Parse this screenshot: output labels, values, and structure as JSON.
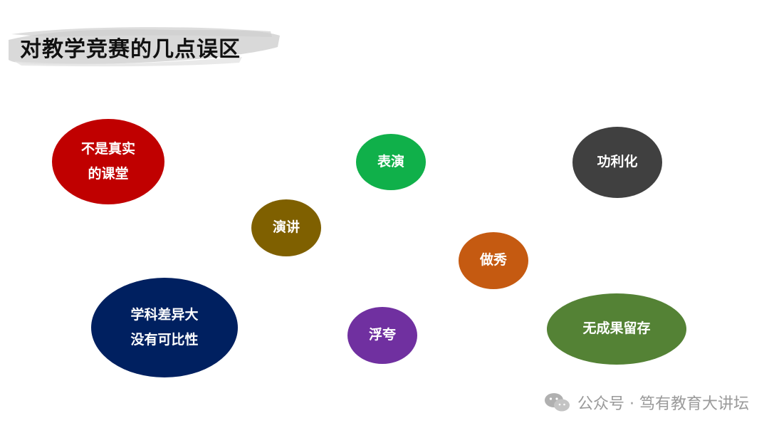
{
  "slide": {
    "title": "对教学竞赛的几点误区"
  },
  "bubbles": {
    "not_real_classroom": {
      "line1": "不是真实",
      "line2": "的课堂",
      "color": "#c00000"
    },
    "acting": {
      "label": "表演",
      "color": "#10b04a"
    },
    "utilitarian": {
      "label": "功利化",
      "color": "#404040"
    },
    "speech": {
      "label": "演讲",
      "color": "#7f6000"
    },
    "showing_off": {
      "label": "做秀",
      "color": "#c55a11"
    },
    "subject_diff": {
      "line1": "学科差异大",
      "line2": "没有可比性",
      "color": "#002060"
    },
    "exaggeration": {
      "label": "浮夸",
      "color": "#7030a0"
    },
    "no_results": {
      "label": "无成果留存",
      "color": "#548235"
    }
  },
  "watermark": {
    "icon": "wechat-icon",
    "text": "公众号 · 笃有教育大讲坛"
  }
}
